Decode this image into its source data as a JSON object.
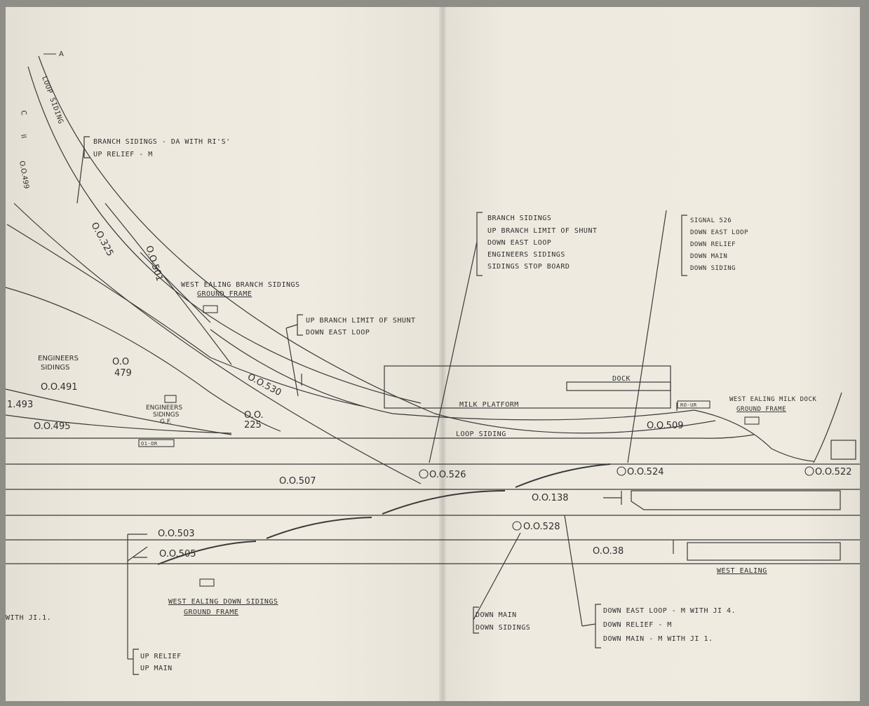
{
  "labels": {
    "arrow_a": "A",
    "loop_siding_vertical": "LOOP SIDING",
    "gf_branch_title": "WEST EALING BRANCH SIDINGS",
    "gf_branch_sub": "GROUND FRAME",
    "engineers_sidings_1": "ENGINEERS",
    "engineers_sidings_2": "SIDINGS",
    "engineers_gf_1": "ENGINEERS",
    "engineers_gf_2": "SIDINGS",
    "engineers_gf_3": "G.F.",
    "milk_platform": "MILK PLATFORM",
    "dock": "DOCK",
    "loop_siding": "LOOP SIDING",
    "milk_dock_title": "WEST EALING MILK DOCK",
    "milk_dock_sub": "GROUND FRAME",
    "down_sidings_title": "WEST EALING DOWN SIDINGS",
    "down_sidings_sub": "GROUND FRAME",
    "west_ealing": "WEST EALING",
    "with_j1": "WITH JI.1.",
    "edge_ii": "II",
    "edge_c": "C",
    "edge_499": "O.O.499"
  },
  "signals": {
    "s_0325": "O.O.325",
    "s_0501": "O.O.501",
    "s_0530": "O.O.530",
    "s_0479a": "O.O",
    "s_0479b": "479",
    "s_0491": "O.O.491",
    "s_1493": "1.493",
    "s_0495": "O.O.495",
    "s_0225a": "O.O.",
    "s_0225b": "225",
    "s_0507": "O.O.507",
    "s_0526": "O.O.526",
    "s_0524": "O.O.524",
    "s_0522": "O.O.522",
    "s_0509": "O.O.509",
    "s_0138": "O.O.138",
    "s_0528": "O.O.528",
    "s_038": "O.O.38",
    "s_0503": "O.O.503",
    "s_0505": "O.O.505",
    "box_a": "O1-OR",
    "box_b": "RO-UR"
  },
  "notes": {
    "branch_up_relief": [
      "BRANCH SIDINGS - DA WITH RI'S'",
      "UP RELIEF - M"
    ],
    "up_branch_limit": [
      "UP BRANCH LIMIT OF SHUNT",
      "DOWN EAST LOOP"
    ],
    "branch_sidings_list": [
      "BRANCH SIDINGS",
      "UP BRANCH LIMIT OF SHUNT",
      "DOWN EAST LOOP",
      "ENGINEERS SIDINGS",
      "SIDINGS STOP BOARD"
    ],
    "signal_526_list": [
      "SIGNAL 526",
      "DOWN EAST LOOP",
      "DOWN RELIEF",
      "DOWN MAIN",
      "DOWN SIDING"
    ],
    "down_main_sidings": [
      "DOWN MAIN",
      "DOWN SIDINGS"
    ],
    "down_east_loop_list": [
      "DOWN EAST LOOP - M WITH JI 4.",
      "DOWN RELIEF - M",
      "DOWN MAIN - M WITH JI 1."
    ],
    "up_relief_main": [
      "UP RELIEF",
      "UP MAIN"
    ]
  }
}
